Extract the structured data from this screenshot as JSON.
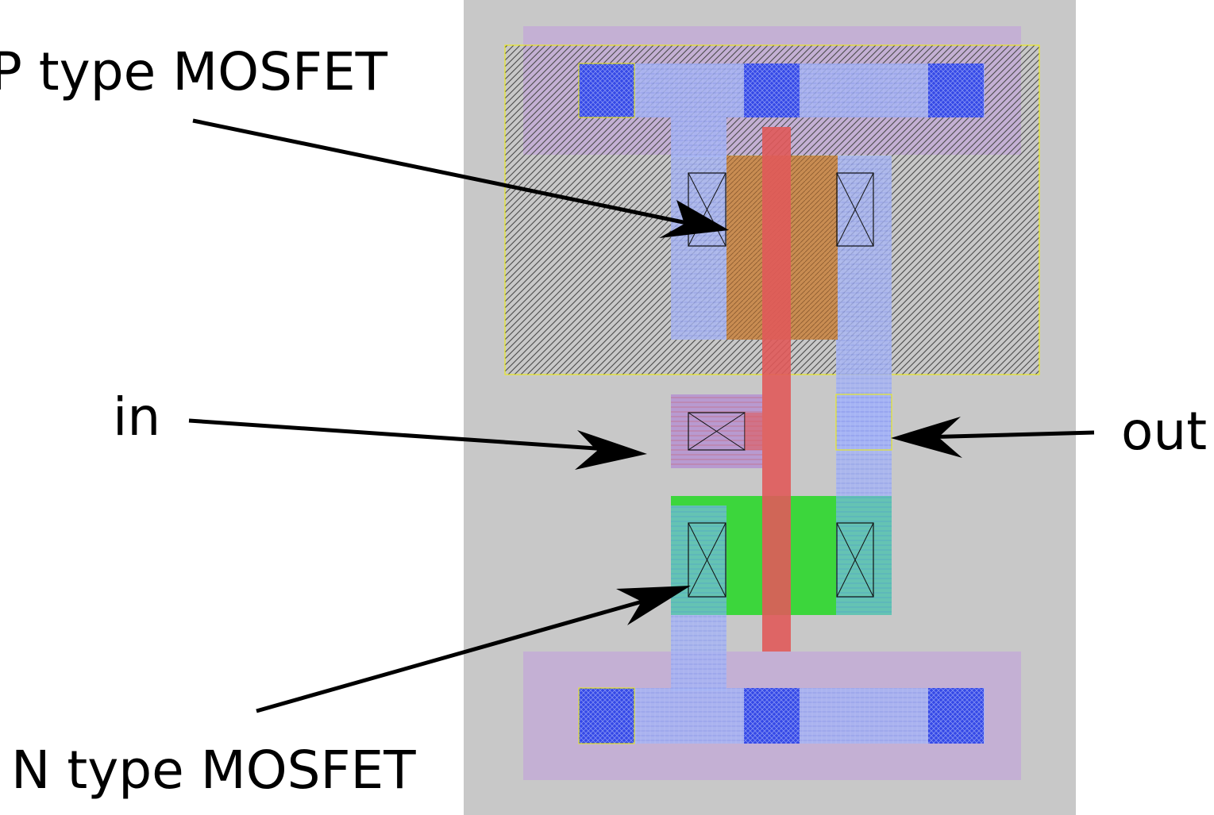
{
  "labels": {
    "p_mosfet": "P type MOSFET",
    "n_mosfet": "N type MOSFET",
    "input": "in",
    "output": "out"
  },
  "colors": {
    "background": "#ffffff",
    "substrate": "#c8c8c8",
    "metal_rail": "#c4b0d4",
    "nwell_hatch": "#555555",
    "nwell_border": "#ffff00",
    "active_blue": "#9aaaf0",
    "via_blue": "#2a3de0",
    "pdiff_orange": "#c88a50",
    "ndiff_green": "#3cd63c",
    "poly_red": "#e06060",
    "contact_outline": "#111111",
    "arrow": "#000000"
  }
}
